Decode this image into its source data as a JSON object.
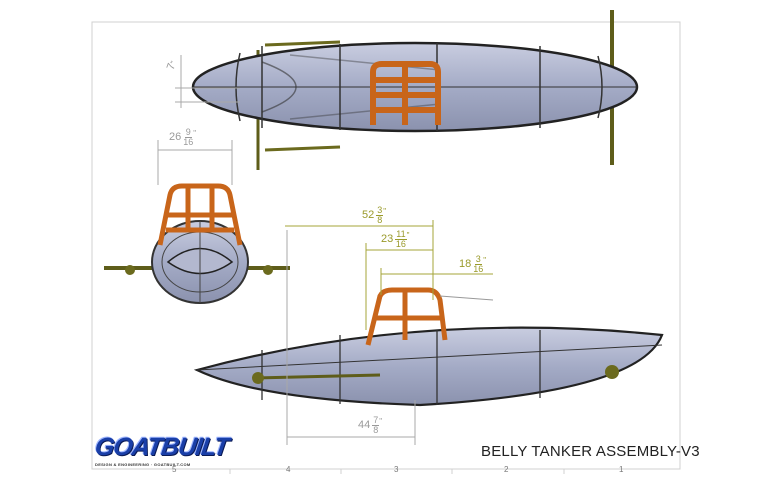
{
  "title": "BELLY TANKER ASSEMBLY-V3",
  "logo": {
    "text": "GOATBUILT",
    "tagline": "DESIGN & ENGINEERING · GOATBUILT.COM"
  },
  "zones": [
    "5",
    "4",
    "3",
    "2",
    "1"
  ],
  "dimensions": {
    "top_height": {
      "whole": "7",
      "num": "",
      "den": "",
      "unit": "\""
    },
    "front_width": {
      "whole": "26",
      "num": "9",
      "den": "16",
      "unit": "\""
    },
    "overall_to_rollbar": {
      "whole": "52",
      "num": "3",
      "den": "8",
      "unit": "\""
    },
    "rollbar_a": {
      "whole": "23",
      "num": "11",
      "den": "16",
      "unit": "\""
    },
    "rollbar_b": {
      "whole": "18",
      "num": "3",
      "den": "16",
      "unit": "\""
    },
    "side_length": {
      "whole": "44",
      "num": "7",
      "den": "8",
      "unit": "\""
    }
  },
  "colors": {
    "body": "#a9afc8",
    "rollcage": "#d9761c",
    "suspension": "#6b6a1e",
    "dim_olive": "#9a9a2a",
    "dim_grey": "#9a9a9a",
    "logo": "#1a3fa8"
  }
}
